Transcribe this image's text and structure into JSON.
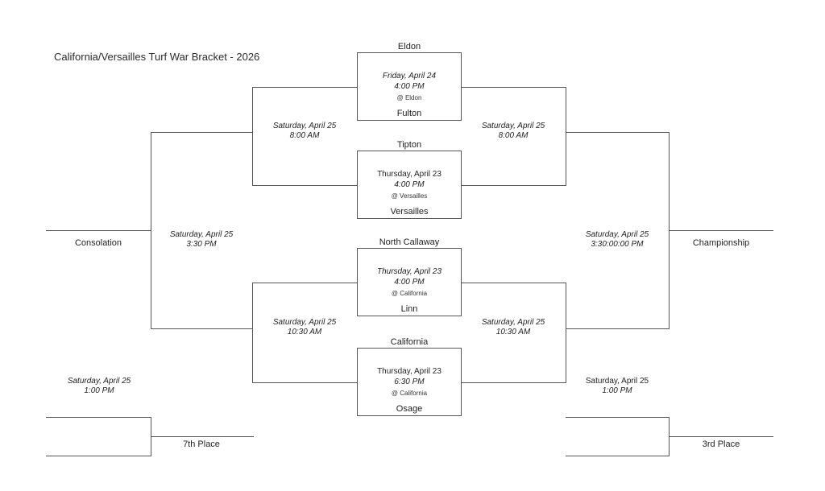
{
  "title": "California/Versailles Turf War Bracket - 2026",
  "matches": [
    {
      "top_team": "Eldon",
      "bottom_team": "Fulton",
      "date": "Friday, April 24",
      "time": "4:00 PM",
      "venue": "@ Eldon"
    },
    {
      "top_team": "Tipton",
      "bottom_team": "Versailles",
      "date": "Thursday, April 23",
      "time": "4:00 PM",
      "venue": "@ Versailles"
    },
    {
      "top_team": "North Callaway",
      "bottom_team": "Linn",
      "date": "Thursday, April 23",
      "time": "4:00 PM",
      "venue": "@ California"
    },
    {
      "top_team": "California",
      "bottom_team": "Osage",
      "date": "Thursday, April 23",
      "time": "6:30 PM",
      "venue": "@ California"
    }
  ],
  "rounds": {
    "semifinal_upper_left": {
      "date": "Saturday, April 25",
      "time": "8:00 AM"
    },
    "semifinal_upper_right": {
      "date": "Saturday, April 25",
      "time": "8:00 AM"
    },
    "semifinal_lower_left": {
      "date": "Saturday, April 25",
      "time": "10:30 AM"
    },
    "semifinal_lower_right": {
      "date": "Saturday, April 25",
      "time": "10:30 AM"
    },
    "consolation_final": {
      "date": "Saturday, April 25",
      "time": "3:30 PM",
      "label": "Consolation"
    },
    "championship_final": {
      "date": "Saturday, April 25",
      "time": "3:30:00:00 PM",
      "label": "Championship"
    },
    "seventh_place": {
      "date": "Saturday, April 25",
      "time": "1:00 PM",
      "label": "7th Place"
    },
    "third_place": {
      "date": "Saturday, April 25",
      "time": "1:00 PM",
      "label": "3rd Place"
    }
  },
  "colors": {
    "line": "#555555",
    "text": "#1f1f1f",
    "background": "#ffffff"
  }
}
